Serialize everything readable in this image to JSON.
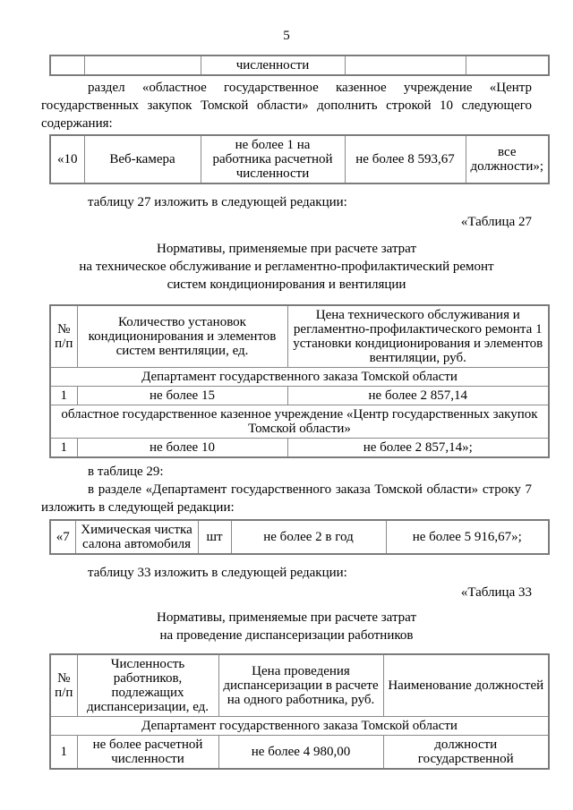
{
  "page_number": "5",
  "fragment_table": {
    "cells": [
      "",
      "",
      "численности",
      "",
      ""
    ]
  },
  "paragraphs": {
    "p1": "раздел «областное государственное казенное учреждение «Центр государственных закупок Томской области» дополнить строкой 10 следующего содержания:",
    "p2": "таблицу 27 изложить в следующей редакции:",
    "p3": "в таблице 29:",
    "p4": "в разделе «Департамент государственного заказа Томской области» строку 7 изложить в следующей редакции:",
    "p5": "таблицу 33 изложить в следующей редакции:"
  },
  "captions": {
    "table27": "«Таблица 27",
    "table33": "«Таблица 33"
  },
  "row10_table": {
    "cells": [
      "«10",
      "Веб-камера",
      "не более 1 на работника расчетной численности",
      "не более 8 593,67",
      "все должности»;"
    ]
  },
  "table27": {
    "title_lines": [
      "Нормативы, применяемые при расчете затрат",
      "на техническое обслуживание и регламентно-профилактический ремонт",
      "систем кондиционирования и вентиляции"
    ],
    "headers": [
      "№ п/п",
      "Количество установок кондиционирования и элементов систем вентиляции, ед.",
      "Цена технического обслуживания и регламентно-профилактического ремонта 1 установки кондиционирования и элементов вентиляции, руб."
    ],
    "section1": "Департамент государственного заказа Томской области",
    "row1": [
      "1",
      "не более 15",
      "не более 2 857,14"
    ],
    "section2": "областное государственное казенное учреждение «Центр государственных закупок Томской области»",
    "row2": [
      "1",
      "не более 10",
      "не более 2 857,14»;"
    ]
  },
  "row7_table": {
    "cells": [
      "«7",
      "Химическая чистка салона автомобиля",
      "шт",
      "не более 2 в год",
      "не более 5 916,67»;"
    ]
  },
  "table33": {
    "title_lines": [
      "Нормативы, применяемые при расчете затрат",
      "на проведение диспансеризации работников"
    ],
    "headers": [
      "№ п/п",
      "Численность работников, подлежащих диспансеризации, ед.",
      "Цена проведения диспансеризации в расчете на одного работника, руб.",
      "Наименование должностей"
    ],
    "section1": "Департамент государственного заказа Томской области",
    "row1": [
      "1",
      "не более расчетной численности",
      "не более 4 980,00",
      "должности государственной"
    ]
  }
}
